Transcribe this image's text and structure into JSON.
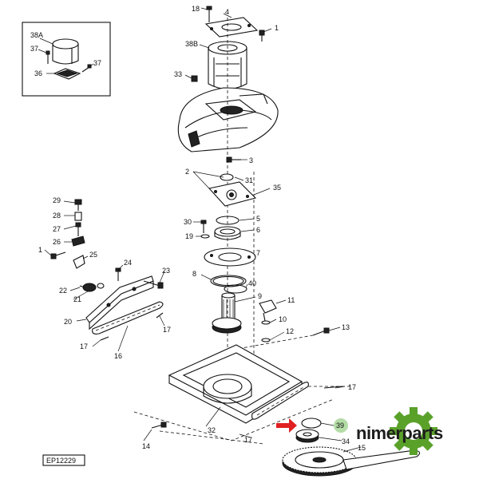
{
  "diagram": {
    "code": "EP12229",
    "brand": "nimerparts",
    "callouts": [
      "1",
      "2",
      "3",
      "4",
      "5",
      "6",
      "7",
      "8",
      "9",
      "10",
      "11",
      "12",
      "13",
      "14",
      "15",
      "16",
      "17",
      "18",
      "19",
      "20",
      "21",
      "22",
      "23",
      "24",
      "25",
      "26",
      "27",
      "28",
      "29",
      "30",
      "31",
      "32",
      "33",
      "34",
      "35",
      "36",
      "37",
      "38A",
      "38B",
      "39",
      "40"
    ]
  },
  "colors": {
    "brand_green": "#5aa12a",
    "arrow_red": "#e02020",
    "highlight_green": "#9bd08a"
  }
}
